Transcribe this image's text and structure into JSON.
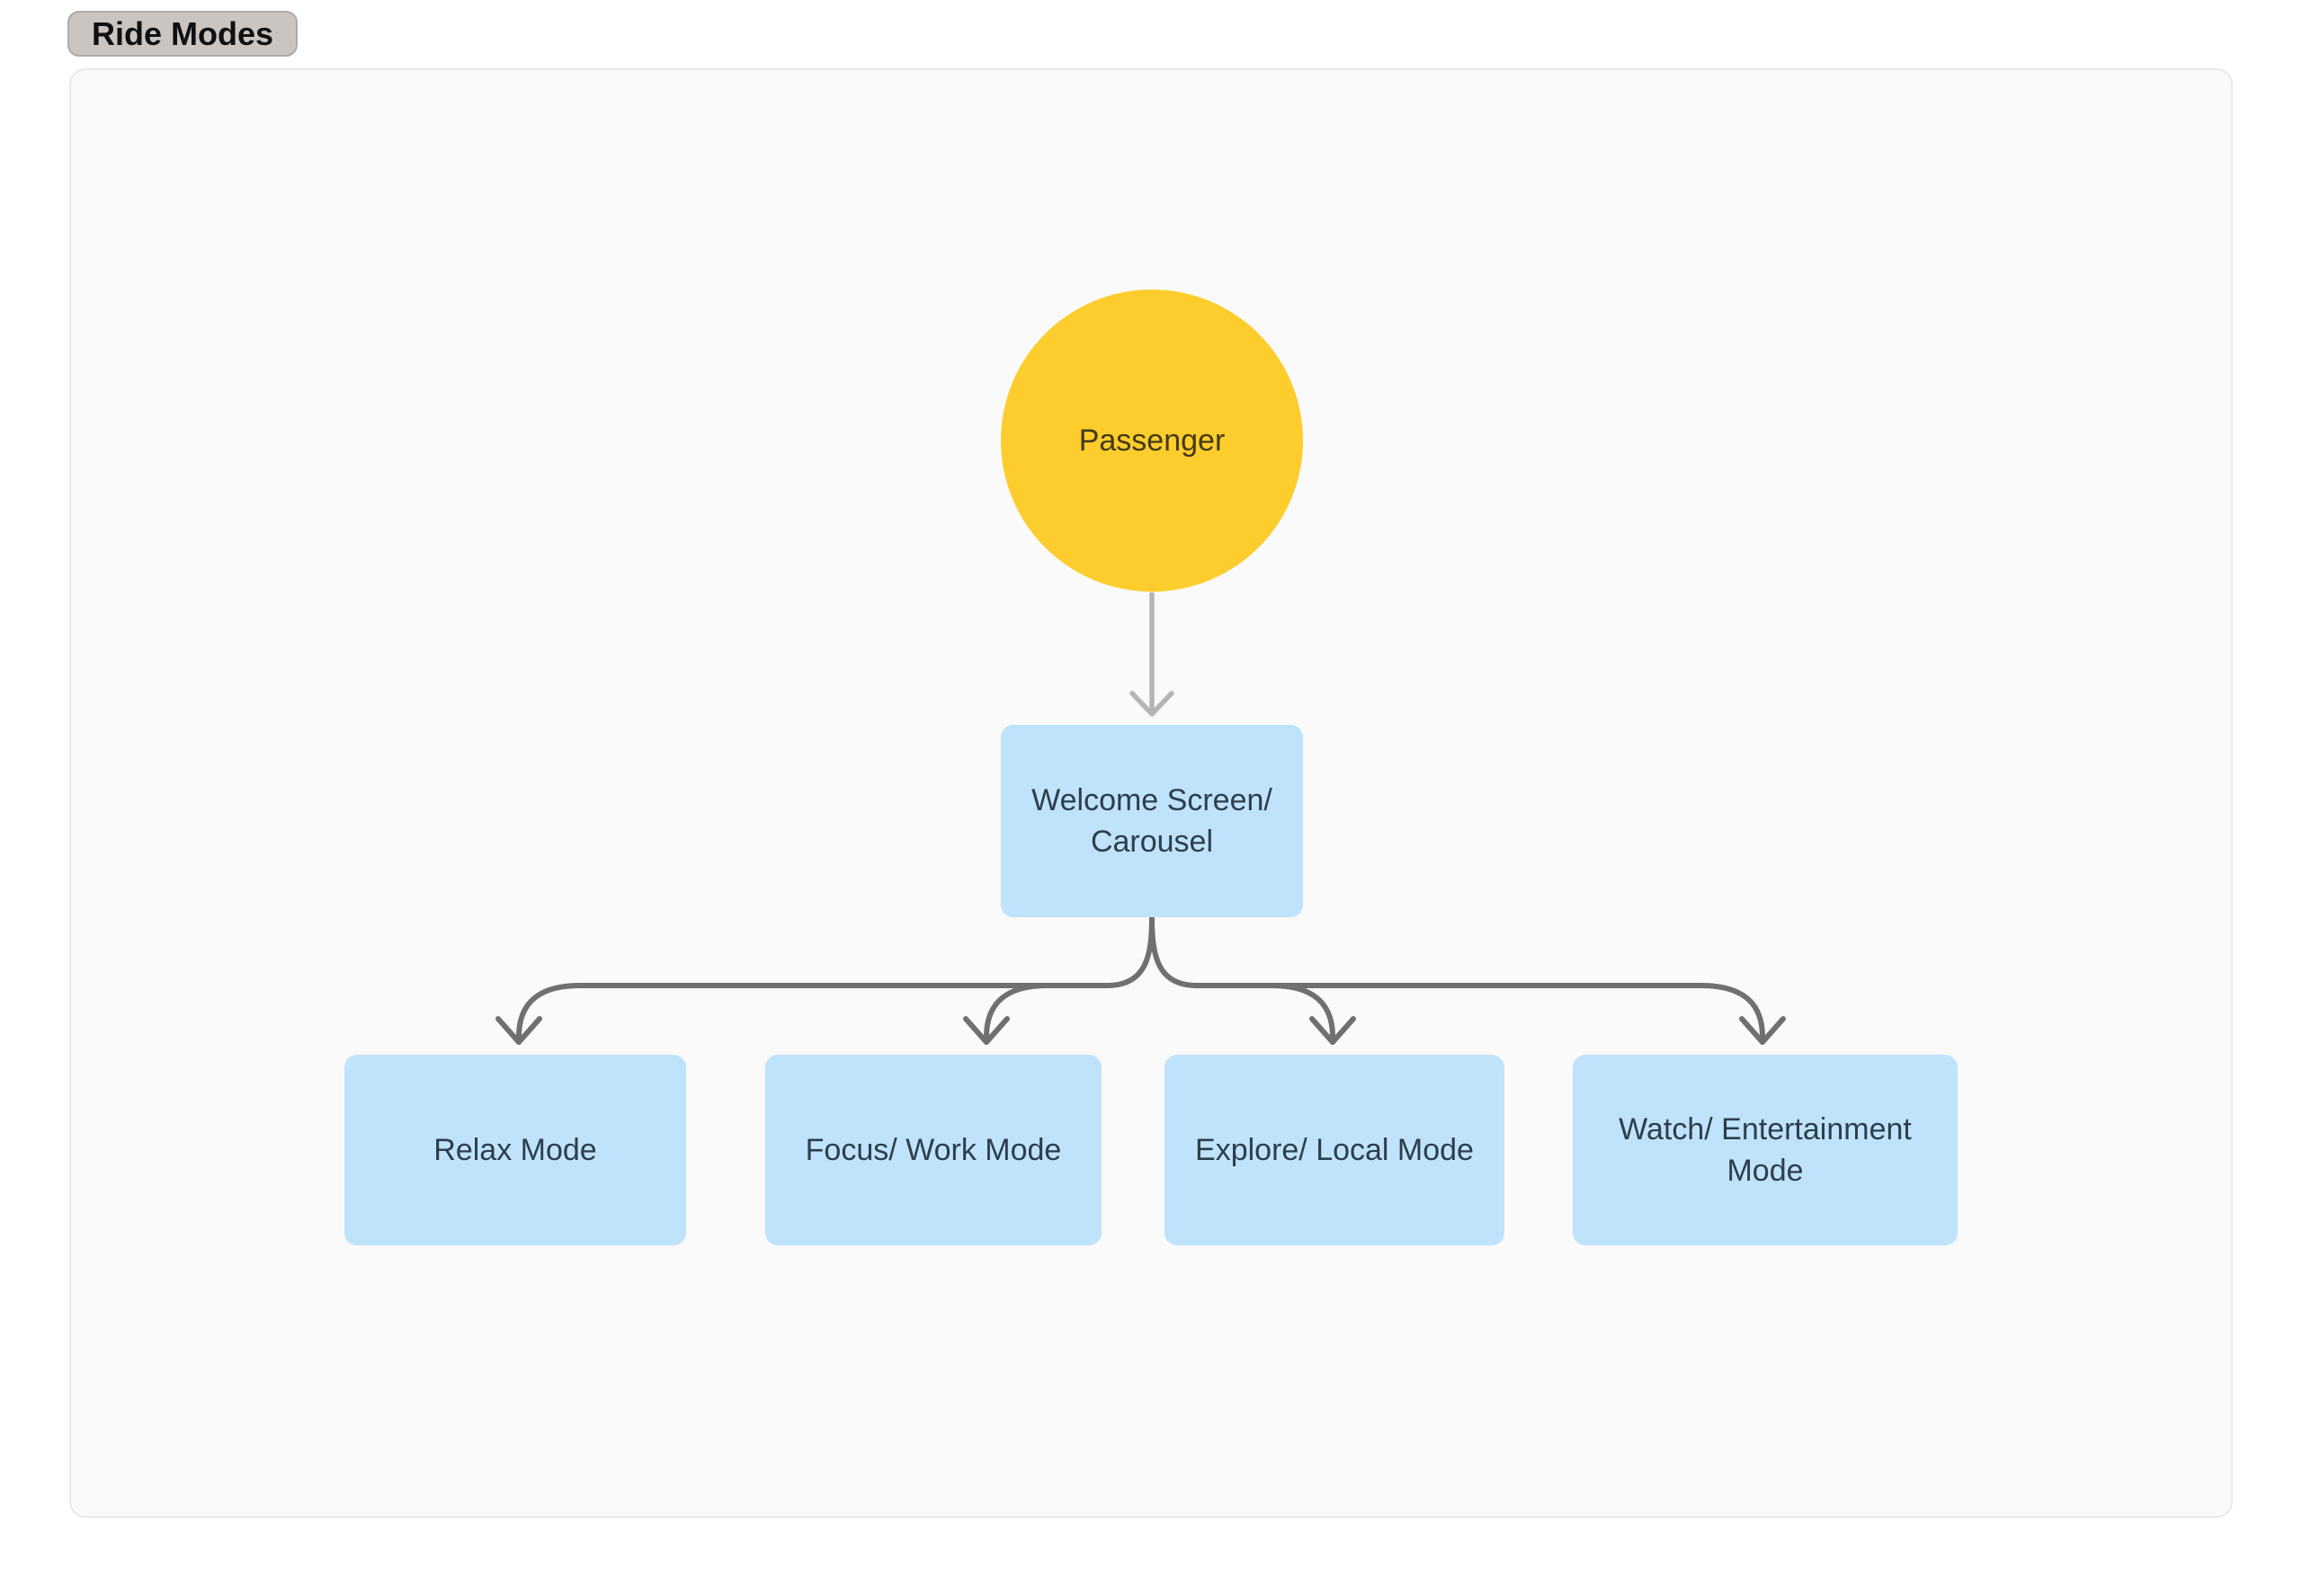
{
  "badge": {
    "label": "Ride Modes"
  },
  "diagram": {
    "passenger": {
      "label": "Passenger",
      "shape": "circle"
    },
    "welcome": {
      "label": "Welcome Screen/ Carousel",
      "shape": "rectangle"
    },
    "modes": [
      {
        "label": "Relax Mode"
      },
      {
        "label": "Focus/ Work Mode"
      },
      {
        "label": "Explore/ Local Mode"
      },
      {
        "label": "Watch/ Entertainment Mode"
      }
    ],
    "edges": [
      {
        "from": "Passenger",
        "to": "Welcome Screen/ Carousel",
        "style": "light-gray-arrow"
      },
      {
        "from": "Welcome Screen/ Carousel",
        "to": "Relax Mode",
        "style": "dark-gray-arrow"
      },
      {
        "from": "Welcome Screen/ Carousel",
        "to": "Focus/ Work Mode",
        "style": "dark-gray-arrow"
      },
      {
        "from": "Welcome Screen/ Carousel",
        "to": "Explore/ Local Mode",
        "style": "dark-gray-arrow"
      },
      {
        "from": "Welcome Screen/ Carousel",
        "to": "Watch/ Entertainment Mode",
        "style": "dark-gray-arrow"
      }
    ]
  },
  "colors": {
    "page_bg": "#ffffff",
    "canvas_bg": "#fafafa",
    "canvas_border": "#e9e9eb",
    "badge_bg": "#cbc5c1",
    "badge_border": "#b1aaa6",
    "badge_text": "#101010",
    "circle_fill": "#fccd2d",
    "circle_text": "#433a10",
    "box_fill": "#bfe3fb",
    "box_text": "#2d3e4c",
    "connector_dark": "#707070",
    "connector_light": "#b5b5b5"
  }
}
